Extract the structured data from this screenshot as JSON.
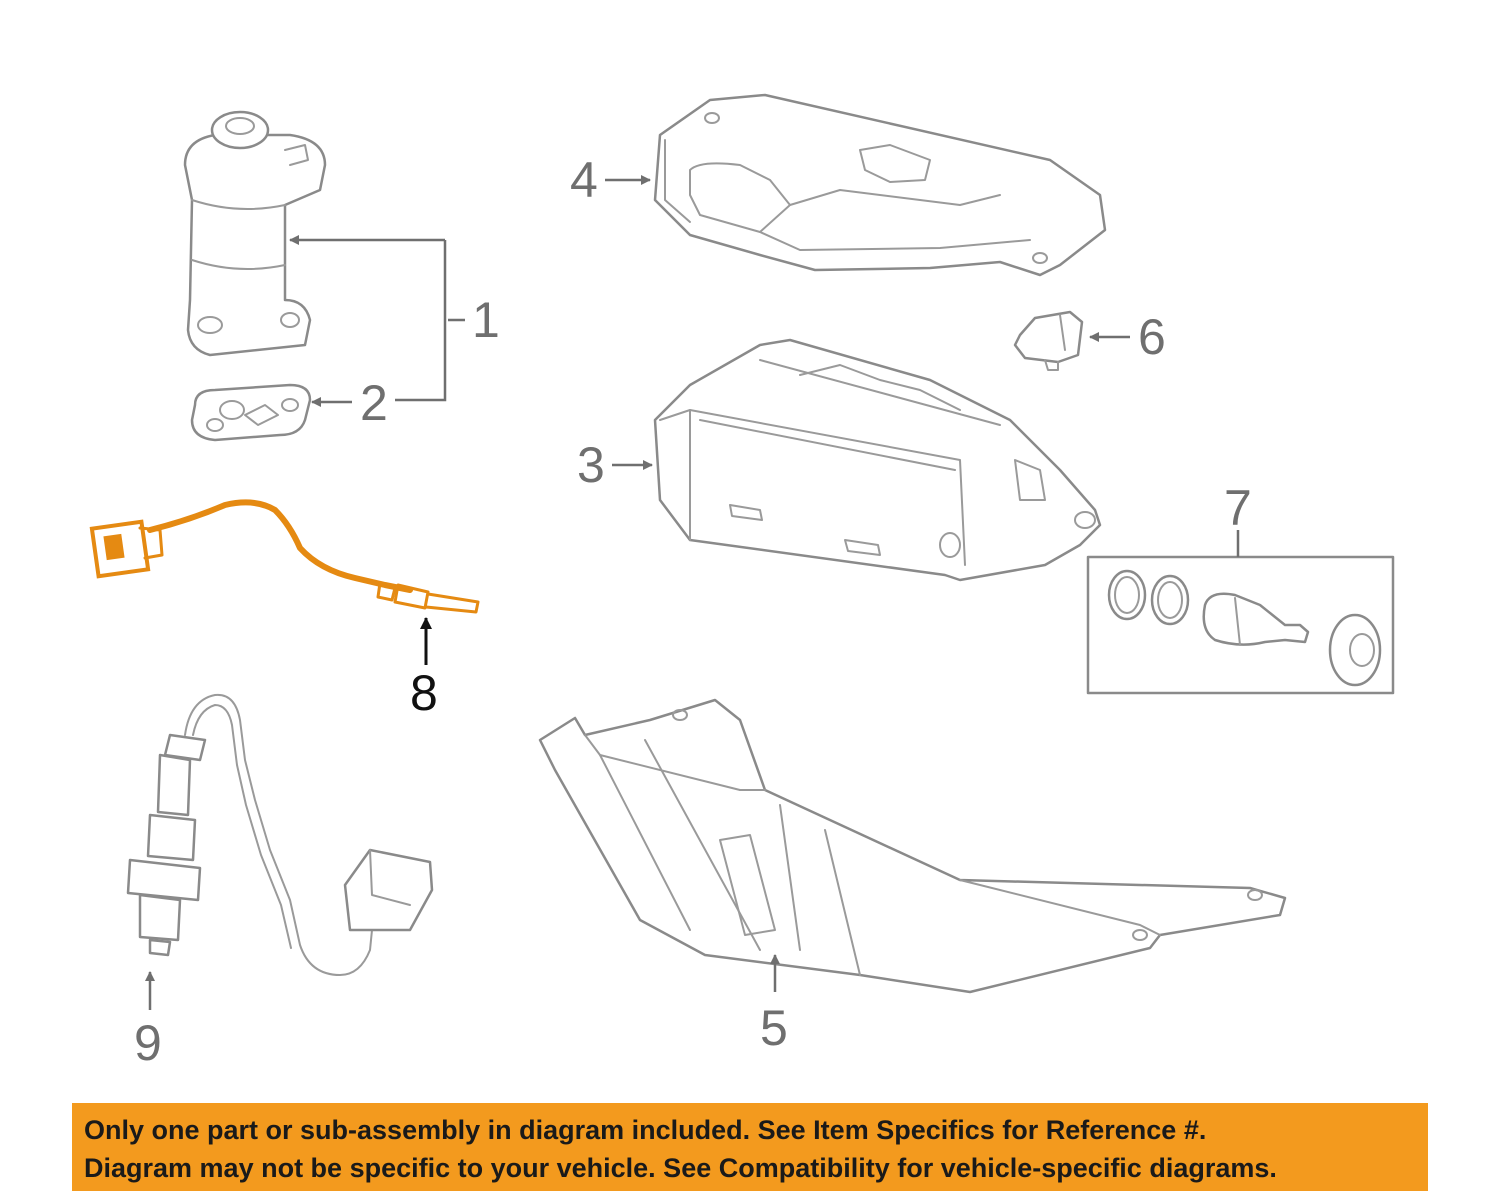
{
  "callouts": {
    "c1": "1",
    "c2": "2",
    "c3": "3",
    "c4": "4",
    "c5": "5",
    "c6": "6",
    "c7": "7",
    "c8": "8",
    "c9": "9"
  },
  "highlight_color": "#e58a12",
  "banner": {
    "background": "#f39a1e",
    "line1": "Only one part or sub-assembly in diagram included. See Item Specifics for Reference #.",
    "line2": "Diagram may not be specific to your vehicle. See Compatibility for vehicle-specific diagrams."
  }
}
